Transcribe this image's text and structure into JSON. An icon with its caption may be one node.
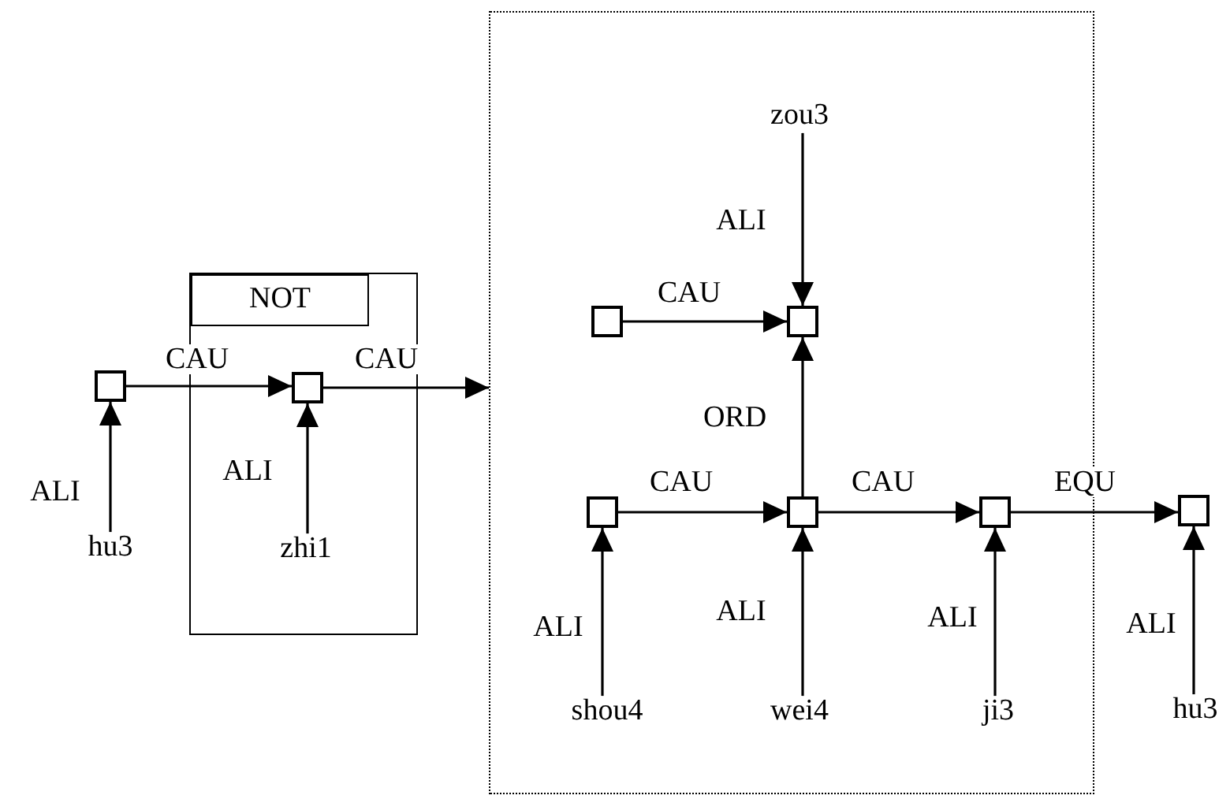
{
  "diagram": {
    "nodes": [
      {
        "text": [],
        "shape": "box"
      },
      {
        "text": [
          "NOT"
        ],
        "in": 0
      },
      {
        "text": [],
        "shape": "box"
      },
      {
        "text": [],
        "shape": "box"
      },
      {
        "text": [
          "hu3"
        ]
      },
      {
        "text": [],
        "shape": "box",
        "in": 0
      },
      {
        "text": [
          "zhi1"
        ],
        "in": 0
      },
      {
        "text": [
          "zou3"
        ],
        "in": 2
      },
      {
        "text": [],
        "shape": "box",
        "in": 2
      },
      {
        "text": [],
        "shape": "box",
        "in": 2
      },
      {
        "text": [],
        "shape": "box",
        "in": 2
      },
      {
        "text": [],
        "shape": "box",
        "in": 2
      },
      {
        "text": [],
        "shape": "box",
        "in": 2
      },
      {
        "text": [],
        "shape": "box"
      },
      {
        "text": [
          "shou4"
        ],
        "in": 2
      },
      {
        "text": [
          "wei4"
        ],
        "in": 2
      },
      {
        "text": [
          "ji3"
        ],
        "in": 2
      },
      {
        "text": [
          "hu3"
        ]
      }
    ],
    "edges": [
      {
        "from": 3,
        "to": 5,
        "arrow": "to",
        "label": "CAU"
      },
      {
        "from": 4,
        "to": 3,
        "arrow": "to",
        "label": "ALI"
      },
      {
        "from": 6,
        "to": 5,
        "arrow": "to",
        "label": "ALI"
      },
      {
        "from": 5,
        "to": 2,
        "arrow": "to",
        "label": "CAU"
      },
      {
        "from": 7,
        "to": 9,
        "arrow": "to",
        "label": "ALI"
      },
      {
        "from": 8,
        "to": 9,
        "arrow": "to",
        "label": "CAU"
      },
      {
        "from": 11,
        "to": 9,
        "arrow": "to",
        "label": "ORD"
      },
      {
        "from": 10,
        "to": 11,
        "arrow": "to",
        "label": "CAU"
      },
      {
        "from": 11,
        "to": 12,
        "arrow": "to",
        "label": "CAU"
      },
      {
        "from": 12,
        "to": 13,
        "arrow": "to",
        "label": "EQU"
      },
      {
        "from": 14,
        "to": 10,
        "arrow": "to",
        "label": "ALI"
      },
      {
        "from": 15,
        "to": 11,
        "arrow": "to",
        "label": "ALI"
      },
      {
        "from": 16,
        "to": 12,
        "arrow": "to",
        "label": "ALI"
      },
      {
        "from": 17,
        "to": 13,
        "arrow": "to",
        "label": "ALI"
      }
    ]
  }
}
